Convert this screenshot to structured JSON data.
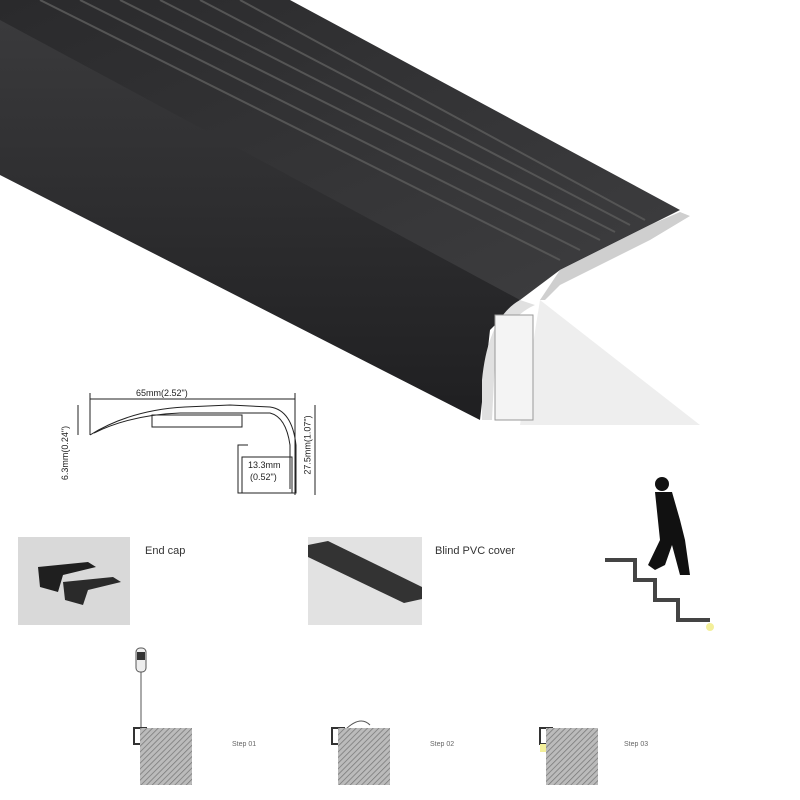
{
  "dimensions": {
    "width": "65mm(2.52\")",
    "lip_height": "6.3mm(0.24\")",
    "total_height": "27.5mm(1.07\")",
    "channel_width_mm": "13.3mm",
    "channel_width_in": "(0.52\")"
  },
  "accessories": [
    {
      "label": "End cap"
    },
    {
      "label": "Blind PVC cover"
    }
  ],
  "steps": [
    "Step 01",
    "Step 02",
    "Step 03"
  ],
  "colors": {
    "profile": "#2b2b2d",
    "thumb_bg": "#d9d9d9",
    "led_glow": "#f3ef9a"
  }
}
